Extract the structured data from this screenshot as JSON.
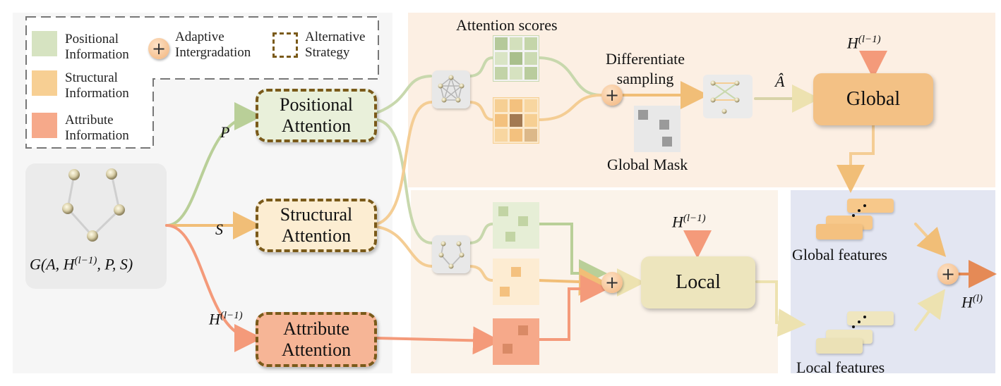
{
  "legend": {
    "positional": "Positional\nInformation",
    "structural": "Structural\nInformation",
    "attribute": "Attribute\nInformation",
    "adaptive": "Adaptive\nIntergradation",
    "alternative": "Alternative\nStrategy",
    "plus_symbol": "+"
  },
  "input_graph": {
    "label": "G(A, H",
    "sup": "(l−1)",
    "tail": ", P, S)"
  },
  "edges": {
    "p": "P",
    "s": "S",
    "h": "H",
    "h_sup": "(l−1)"
  },
  "attention": {
    "positional": "Positional\nAttention",
    "structural": "Structural\nAttention",
    "attribute": "Attribute\nAttention"
  },
  "global_branch": {
    "scores_label": "Attention scores",
    "sampling_label": "Differentiate\nsampling",
    "mask_label": "Global Mask",
    "a_hat": "Â",
    "h_prev": "H",
    "h_prev_sup": "(l−1)",
    "global_label": "Global"
  },
  "local_branch": {
    "h_prev": "H",
    "h_prev_sup": "(l−1)",
    "local_label": "Local"
  },
  "output": {
    "global_features": "Global features",
    "local_features": "Local features",
    "h_out": "H",
    "h_out_sup": "(l)"
  },
  "colors": {
    "positional": "#d6e3c1",
    "structural": "#f7cf93",
    "attribute": "#f6a98a",
    "dash": "#7a5a1a",
    "global_bg": "#fcefe3",
    "local_bg": "#fbf3ea",
    "output_bg": "#e3e6f2",
    "left_bg": "#f6f6f6"
  }
}
